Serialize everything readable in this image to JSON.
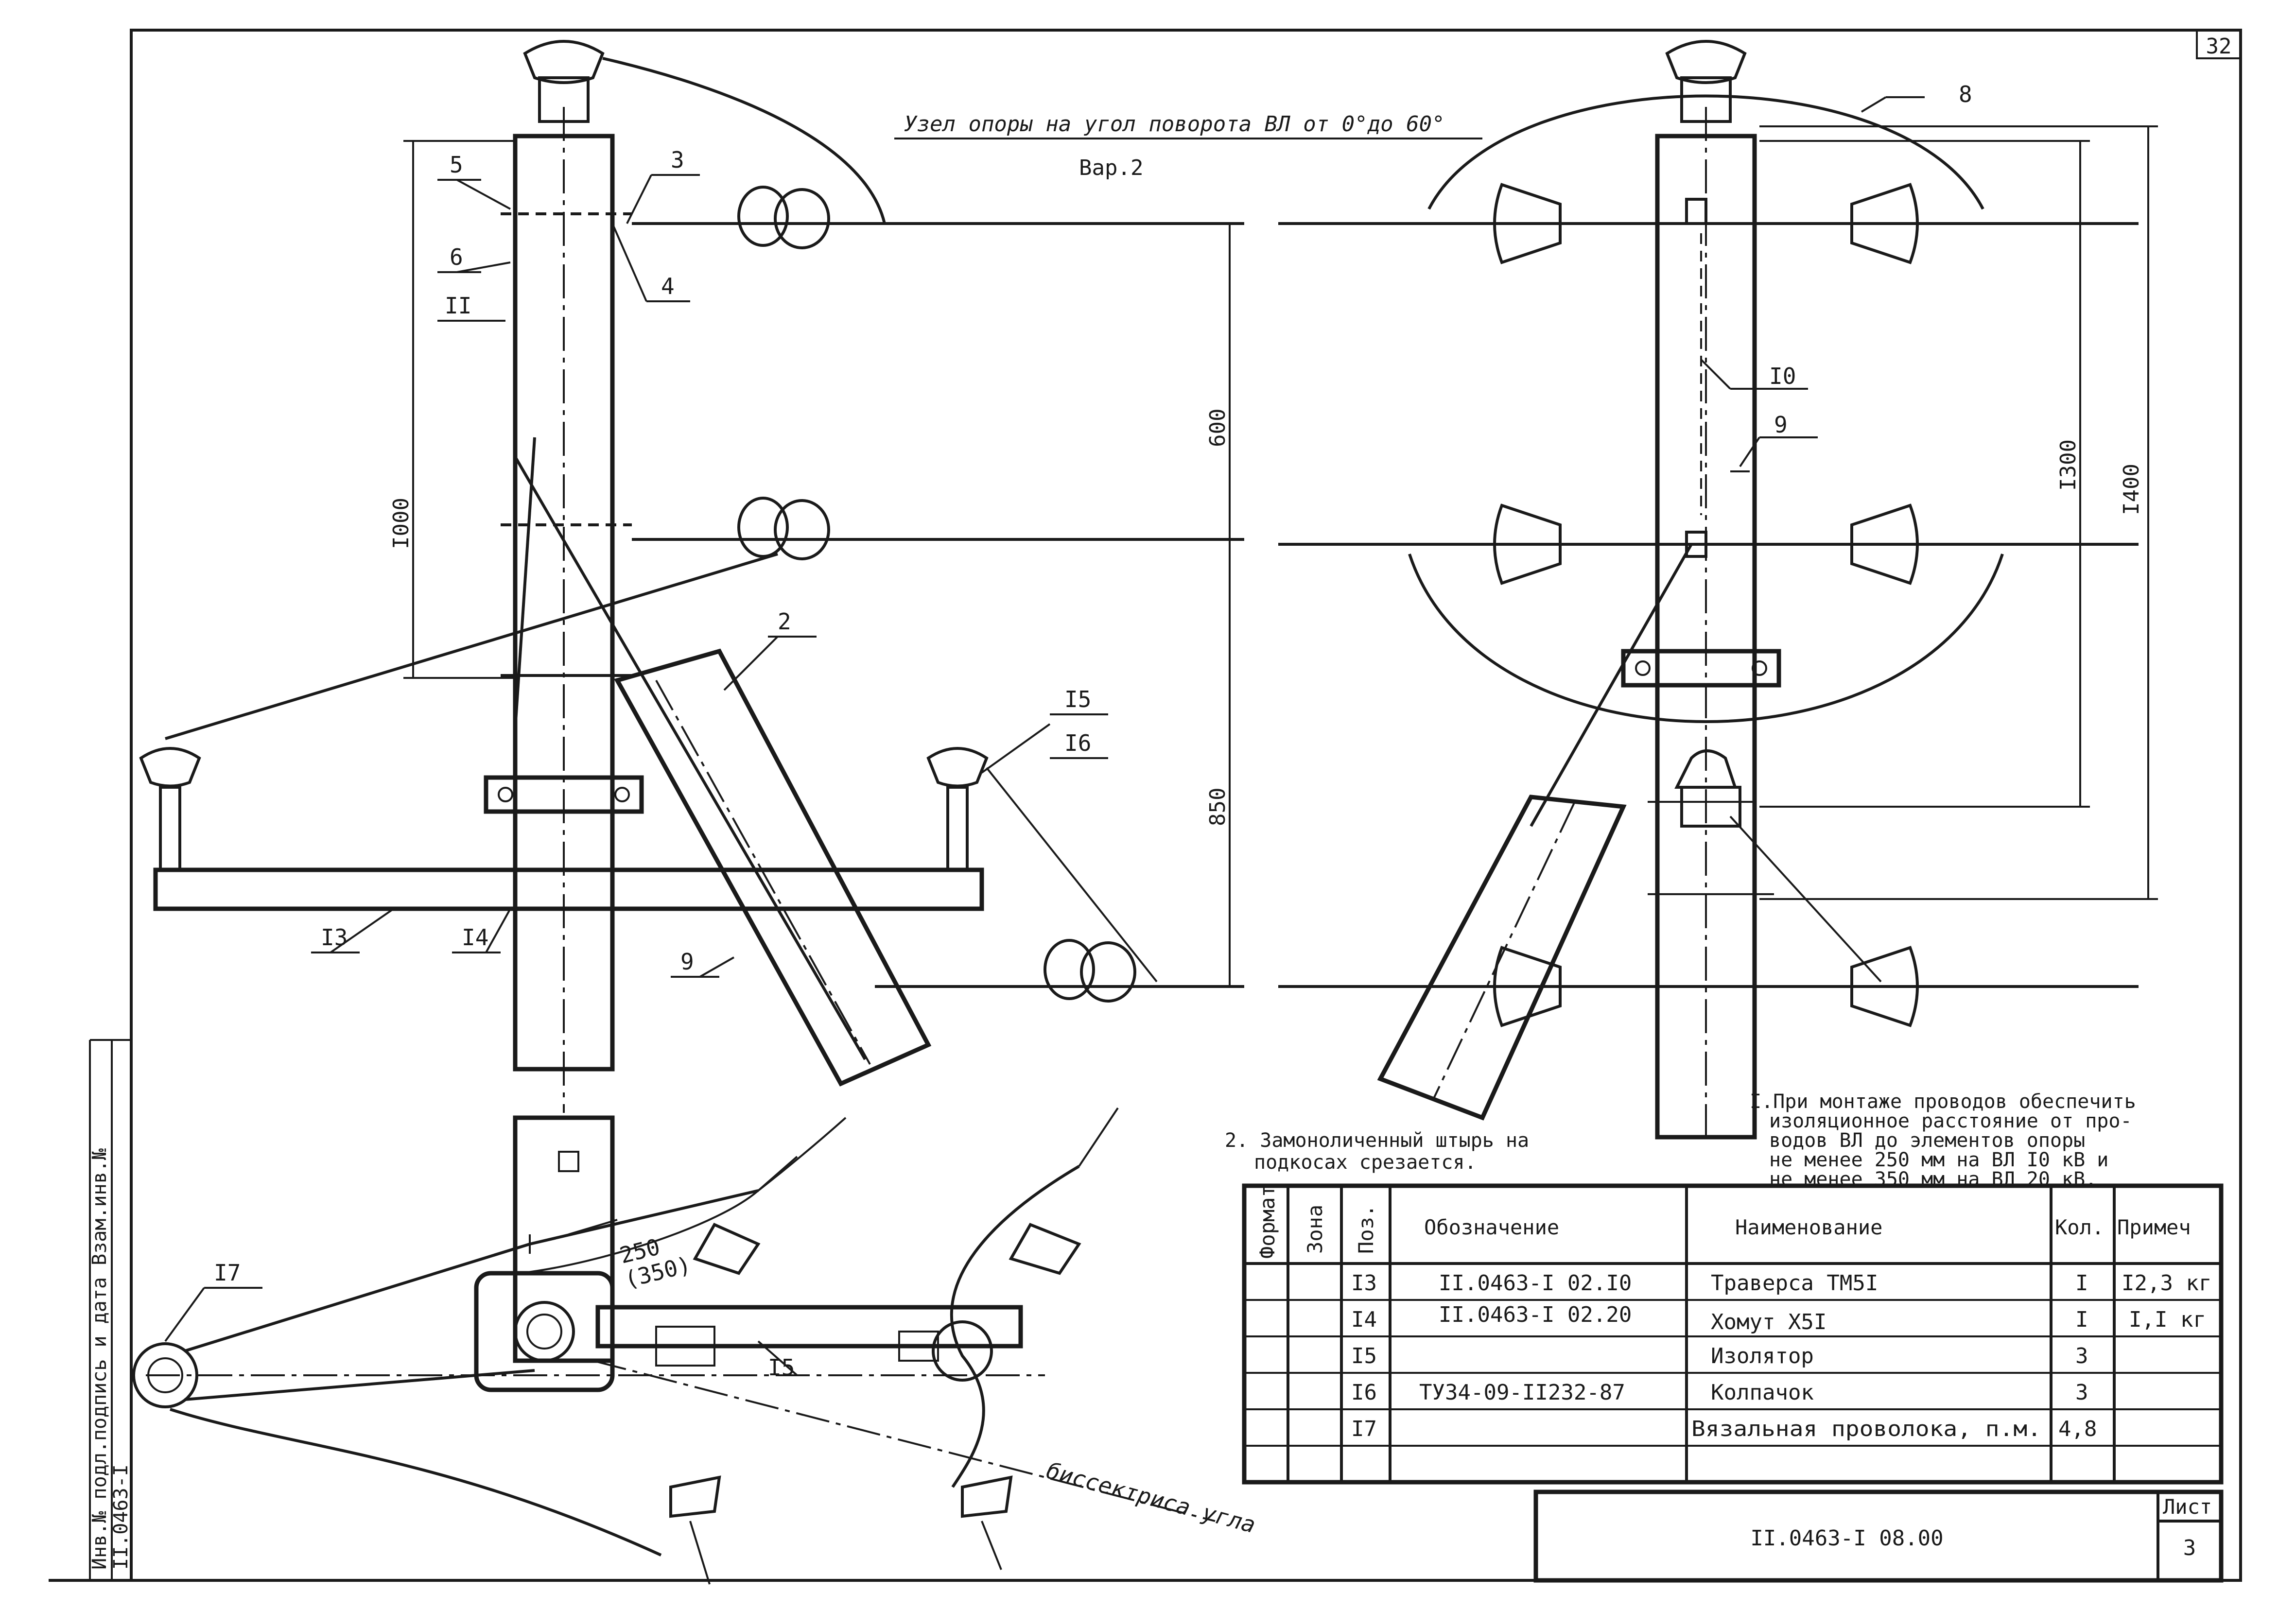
{
  "page": {
    "sheet_number": "32"
  },
  "title": {
    "main": "Узел опоры на угол поворота ВЛ от 0°до 60°",
    "variant": "Вар.2"
  },
  "side_stamp": {
    "line1": "Инв.№ подл.подпись и дата Взам.инв.№",
    "line2": "II.0463-I"
  },
  "dimensions": {
    "d600": "600",
    "d850": "850",
    "d1000": "I000",
    "d1300": "I300",
    "d1400": "I400",
    "d250": "250",
    "d350": "(350)"
  },
  "callouts": {
    "c2": "2",
    "c3": "3",
    "c4": "4",
    "c5": "5",
    "c6": "6",
    "c8": "8",
    "c9a": "9",
    "c9b": "9",
    "c10": "I0",
    "c11": "II",
    "c13": "I3",
    "c14": "I4",
    "c15": "I5",
    "c16": "I6",
    "c17": "I7",
    "c15b": "I5"
  },
  "plan_labels": {
    "bisector": "биссектриса угла"
  },
  "notes": {
    "note1": [
      "I.При монтаже проводов обеспечить",
      "изоляционное расстояние от про-",
      "водов ВЛ до элементов опоры",
      "не менее 250 мм на ВЛ I0 кВ и",
      "не менее 350 мм на ВЛ 20 кВ."
    ],
    "note2": [
      "2. Замоноличенный штырь на",
      "подкосах срезается."
    ]
  },
  "spec_table": {
    "headers": {
      "format": "Формат",
      "zone": "Зона",
      "pos": "Поз.",
      "designation": "Обозначение",
      "name": "Наименование",
      "qty": "Кол.",
      "note": "Примеч"
    },
    "rows": [
      {
        "pos": "I3",
        "designation": "II.0463-I 02.I0",
        "name": "Траверса ТМ5I",
        "qty": "I",
        "note": "I2,3 кг"
      },
      {
        "pos": "I4",
        "designation": "II.0463-I 02.20",
        "name": "Хомут Х5I",
        "qty": "I",
        "note": "I,I кг"
      },
      {
        "pos": "I5",
        "designation": "",
        "name": "Изолятор",
        "qty": "3",
        "note": ""
      },
      {
        "pos": "I6",
        "designation": "ТУ34-09-II232-87",
        "name": "Колпачок",
        "qty": "3",
        "note": ""
      },
      {
        "pos": "I7",
        "designation": "",
        "name": "Вязальная проволока, п.м.",
        "qty": "4,8",
        "note": ""
      }
    ]
  },
  "title_block": {
    "document_code": "II.0463-I 08.00",
    "sheet_label": "Лист",
    "sheet_value": "3"
  }
}
